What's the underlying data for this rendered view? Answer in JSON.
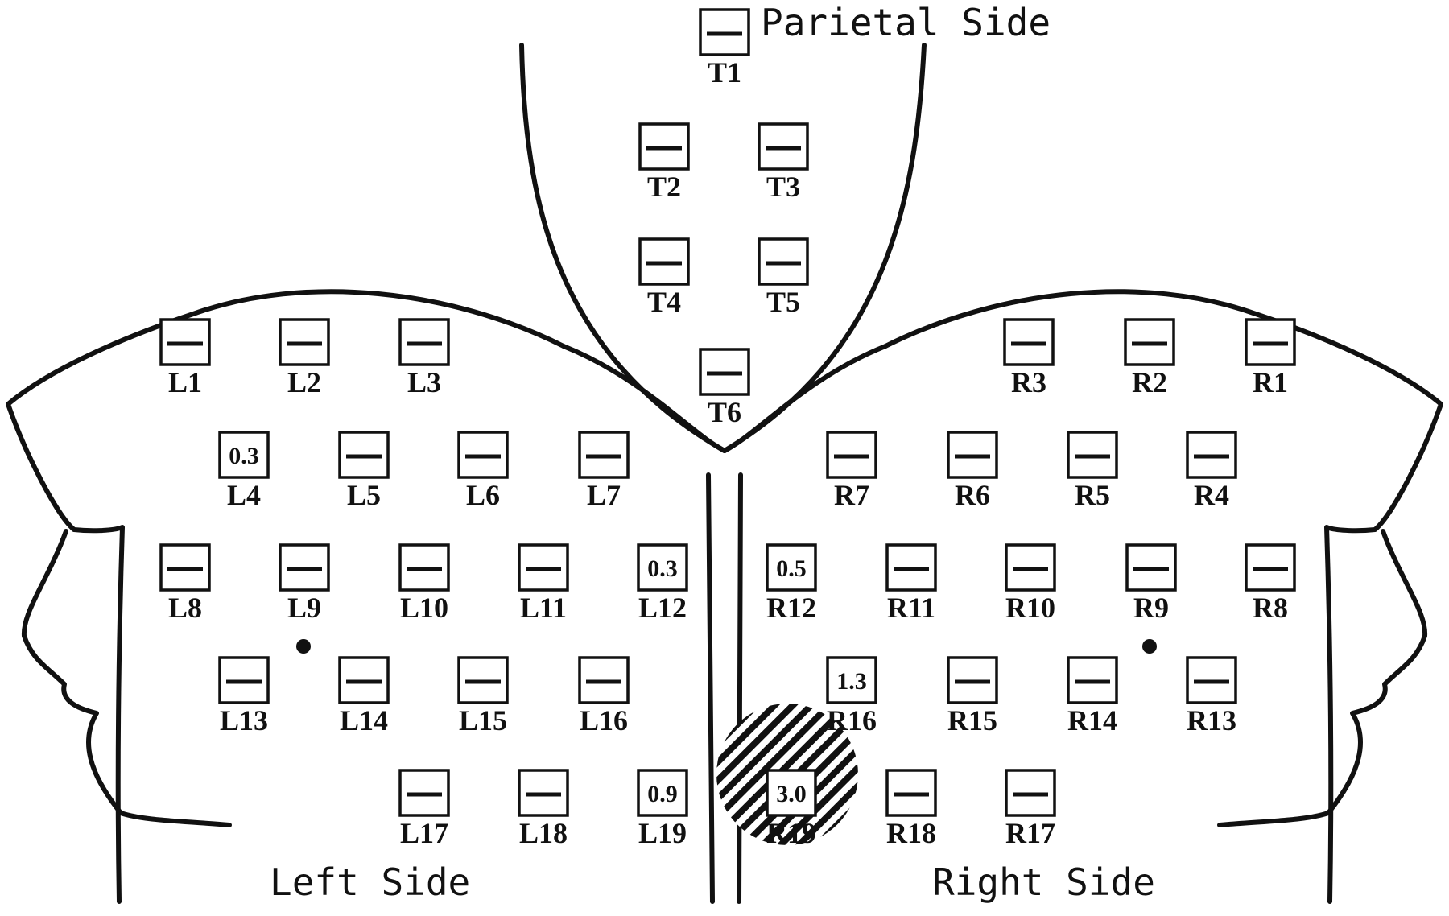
{
  "labels": {
    "parietal": "Parietal Side",
    "left": "Left Side",
    "right": "Right Side"
  },
  "colors": {
    "ink": "#111111",
    "background": "#ffffff"
  },
  "sites": [
    {
      "id": "T1",
      "value": null
    },
    {
      "id": "T2",
      "value": null
    },
    {
      "id": "T3",
      "value": null
    },
    {
      "id": "T4",
      "value": null
    },
    {
      "id": "T5",
      "value": null
    },
    {
      "id": "T6",
      "value": null
    },
    {
      "id": "L1",
      "value": null
    },
    {
      "id": "L2",
      "value": null
    },
    {
      "id": "L3",
      "value": null
    },
    {
      "id": "L4",
      "value": "0.3"
    },
    {
      "id": "L5",
      "value": null
    },
    {
      "id": "L6",
      "value": null
    },
    {
      "id": "L7",
      "value": null
    },
    {
      "id": "L8",
      "value": null
    },
    {
      "id": "L9",
      "value": null
    },
    {
      "id": "L10",
      "value": null
    },
    {
      "id": "L11",
      "value": null
    },
    {
      "id": "L12",
      "value": "0.3"
    },
    {
      "id": "L13",
      "value": null
    },
    {
      "id": "L14",
      "value": null
    },
    {
      "id": "L15",
      "value": null
    },
    {
      "id": "L16",
      "value": null
    },
    {
      "id": "L17",
      "value": null
    },
    {
      "id": "L18",
      "value": null
    },
    {
      "id": "L19",
      "value": "0.9"
    },
    {
      "id": "R1",
      "value": null
    },
    {
      "id": "R2",
      "value": null
    },
    {
      "id": "R3",
      "value": null
    },
    {
      "id": "R4",
      "value": null
    },
    {
      "id": "R5",
      "value": null
    },
    {
      "id": "R6",
      "value": null
    },
    {
      "id": "R7",
      "value": null
    },
    {
      "id": "R8",
      "value": null
    },
    {
      "id": "R9",
      "value": null
    },
    {
      "id": "R10",
      "value": null
    },
    {
      "id": "R11",
      "value": null
    },
    {
      "id": "R12",
      "value": "0.5"
    },
    {
      "id": "R13",
      "value": null
    },
    {
      "id": "R14",
      "value": null
    },
    {
      "id": "R15",
      "value": null
    },
    {
      "id": "R16",
      "value": "1.3"
    },
    {
      "id": "R17",
      "value": null
    },
    {
      "id": "R18",
      "value": null
    },
    {
      "id": "R19",
      "value": "3.0",
      "highlighted": true
    }
  ]
}
